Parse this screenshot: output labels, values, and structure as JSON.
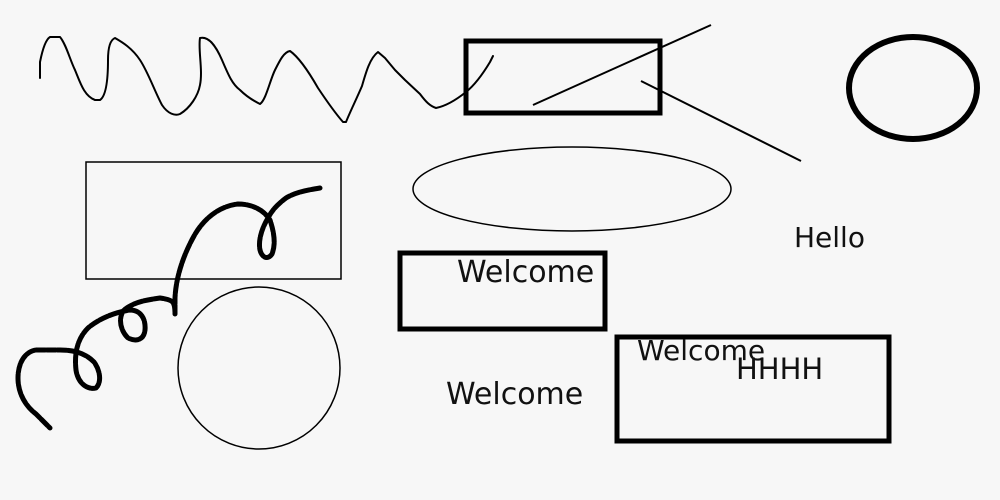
{
  "canvas": {
    "background": "#f7f7f7",
    "stroke_color": "#000000"
  },
  "texts": {
    "hello": "Hello",
    "welcome_in_box": "Welcome",
    "welcome_free": "Welcome",
    "welcome_big_box": "Welcome",
    "hhhh": "HHHH"
  }
}
